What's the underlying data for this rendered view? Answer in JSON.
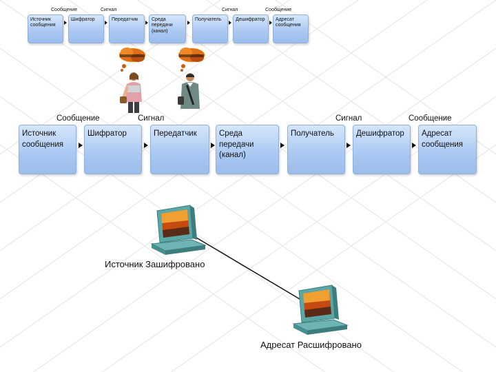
{
  "flow": {
    "boxes": [
      "Источник\nсообщения",
      "Шифратор",
      "Передатчик",
      "Среда\nпередачи\n(канал)",
      "Получатель",
      "Дешифратор",
      "Адресат\nсообщения"
    ],
    "labels": {
      "message_left": "Сообщение",
      "signal_left": "Сигнал",
      "signal_right": "Сигнал",
      "message_right": "Сообщение"
    }
  },
  "network": {
    "source_label": "Источник Зашифровано",
    "destination_label": "Адресат Расшифровано"
  },
  "colors": {
    "box_fill": "#a9c8f2",
    "box_border": "#8fb0dc",
    "thought_cloud": "#e07018",
    "computer_body": "#5aa7a7"
  }
}
